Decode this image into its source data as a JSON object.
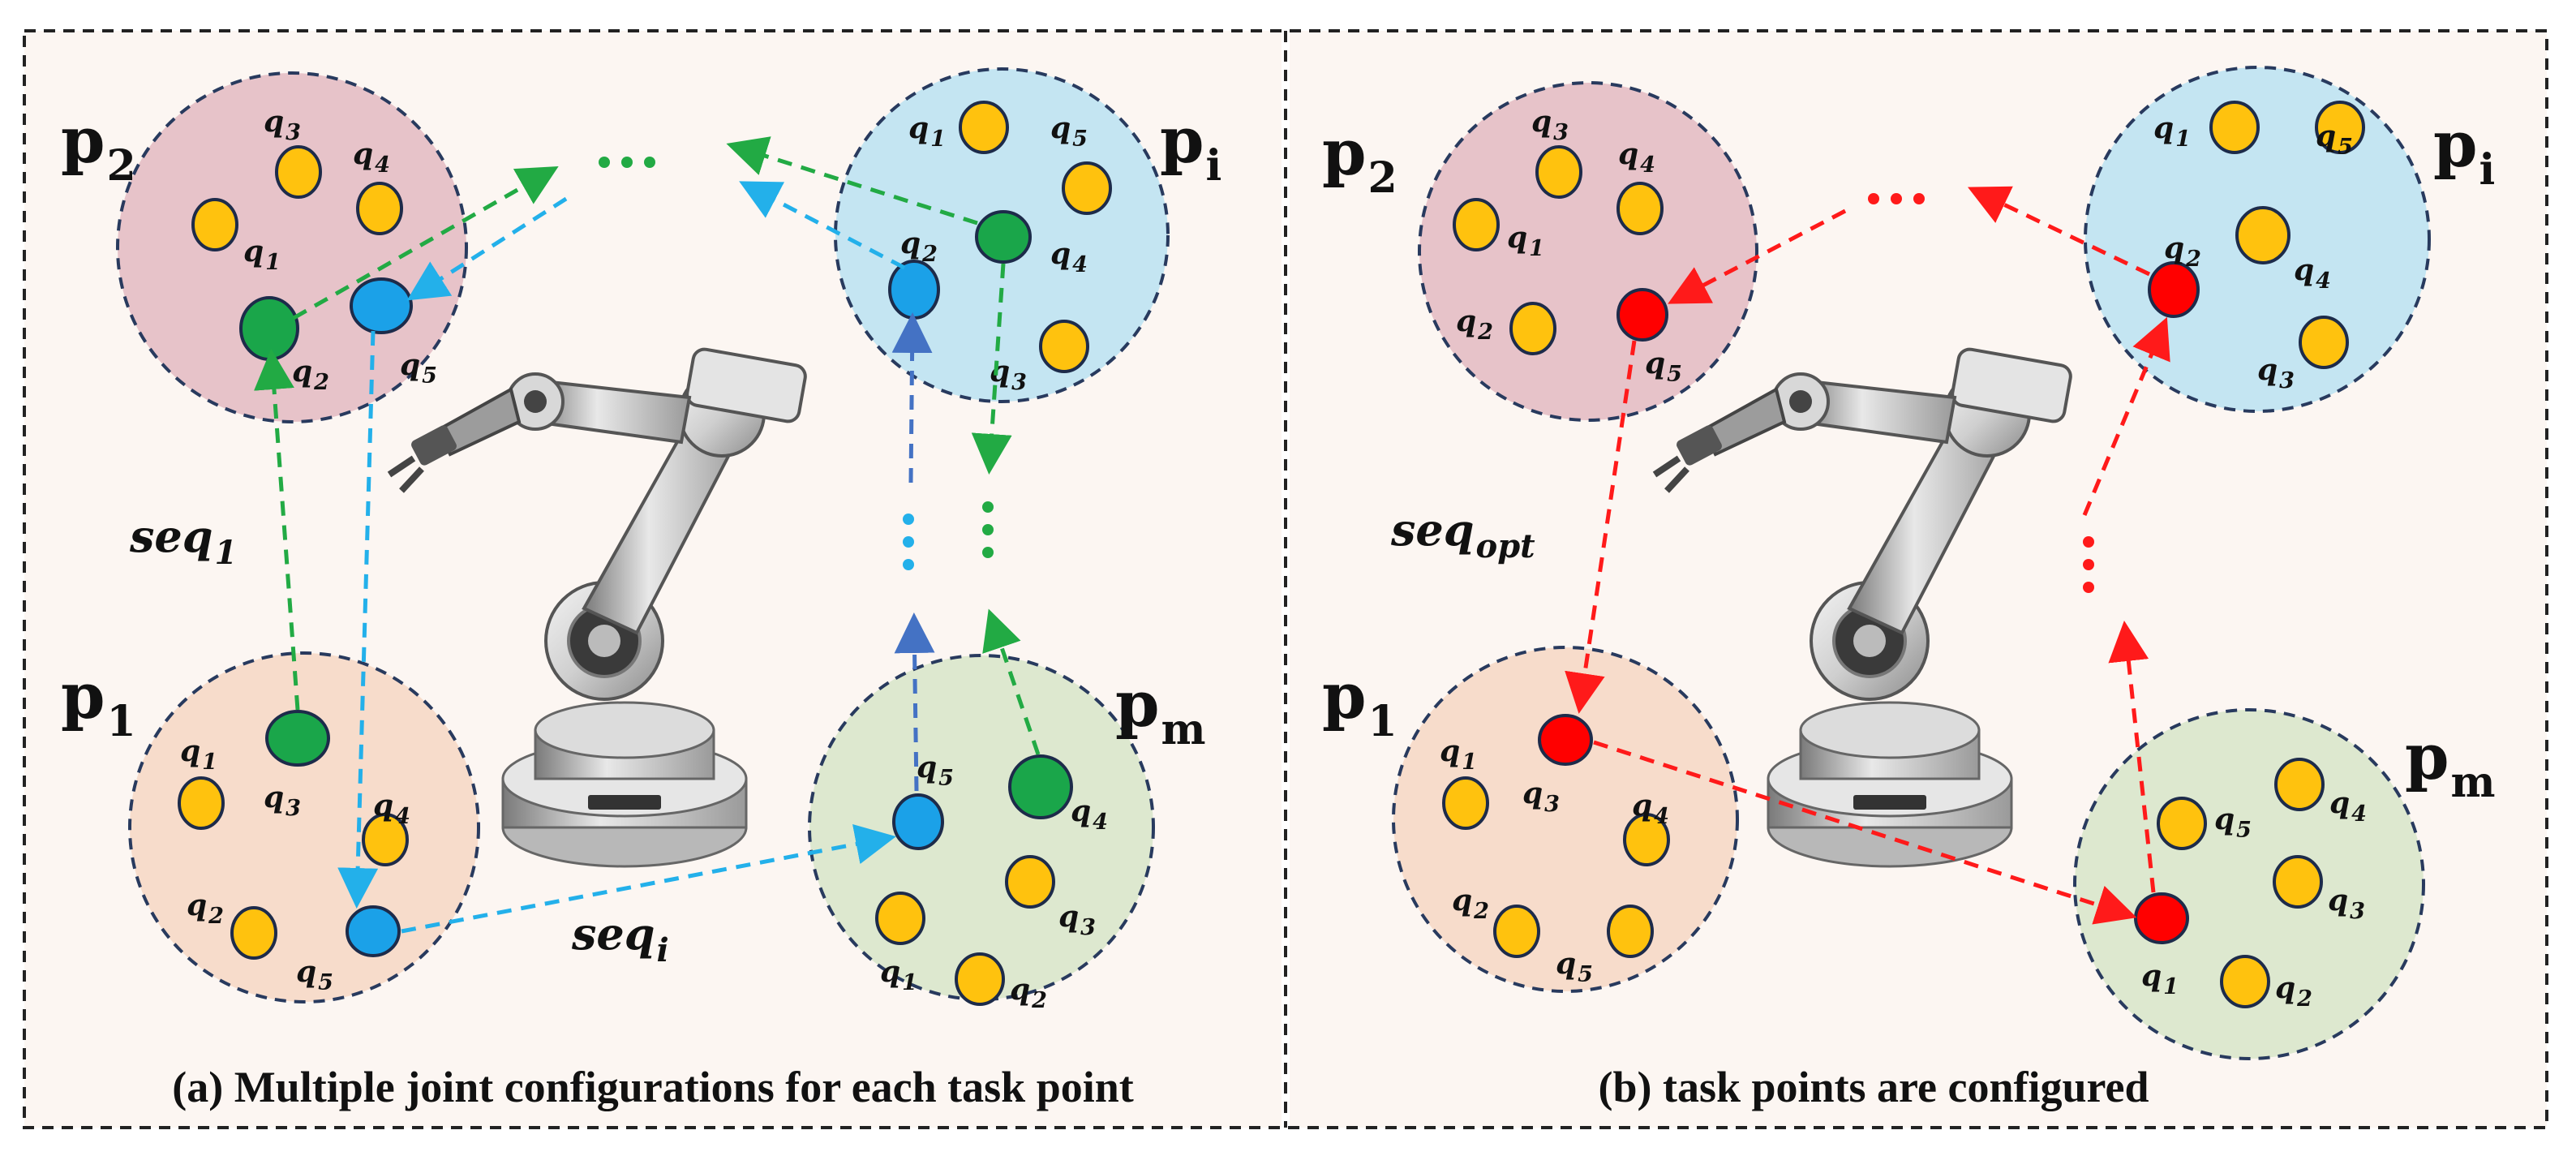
{
  "colors": {
    "panel_bg": "#fcf6f2",
    "circle_border": "#283a5e",
    "p2_fill": "#e7c3c9",
    "pi_fill": "#c4e5f2",
    "p1_fill": "#f7dccb",
    "pm_fill": "#dde8cf",
    "config_gold": "#ffc20e",
    "config_green": "#1aa64a",
    "config_blue": "#1ba1e8",
    "config_red": "#ff0000",
    "seq1_arrow": "#22aa44",
    "seqi_arrow": "#23b0ea",
    "link_arrow": "#4472c4",
    "opt_arrow": "#ff1a1a"
  },
  "icons": {
    "robot": "robot-arm-icon"
  },
  "panel_a": {
    "caption": "(a) Multiple joint configurations for each task point",
    "task_points": {
      "p2": {
        "label": "p",
        "sub": "2"
      },
      "pi": {
        "label": "p",
        "sub": "i"
      },
      "p1": {
        "label": "p",
        "sub": "1"
      },
      "pm": {
        "label": "p",
        "sub": "m"
      }
    },
    "sequences": {
      "seq1": {
        "base": "seq",
        "sub": "1"
      },
      "seqi": {
        "base": "seq",
        "sub": "i"
      }
    },
    "ellipsis": "•••"
  },
  "panel_b": {
    "caption": "(b) task points are configured",
    "task_points": {
      "p2": {
        "label": "p",
        "sub": "2"
      },
      "pi": {
        "label": "p",
        "sub": "i"
      },
      "p1": {
        "label": "p",
        "sub": "1"
      },
      "pm": {
        "label": "p",
        "sub": "m"
      }
    },
    "sequences": {
      "seqopt": {
        "base": "seq",
        "sub": "opt"
      }
    },
    "ellipsis": "•••"
  },
  "config_labels": {
    "q1": "1",
    "q2": "2",
    "q3": "3",
    "q4": "4",
    "q5": "5",
    "base": "q"
  }
}
